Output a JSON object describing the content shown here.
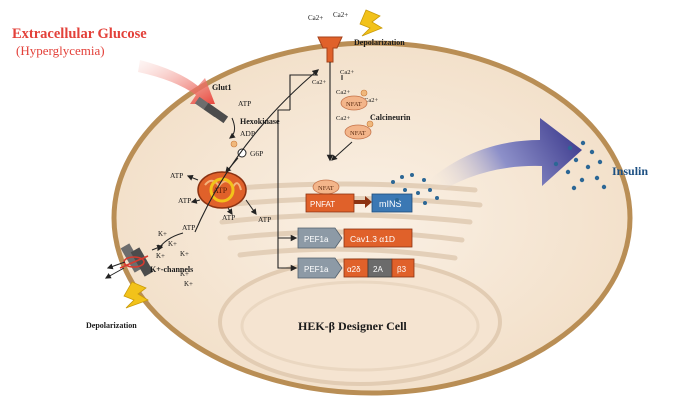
{
  "title": {
    "line1": "Extracellular Glucose",
    "line2": "(Hyperglycemia)"
  },
  "labels": {
    "ca_top_1": "Ca2+",
    "ca_top_2": "Ca2+",
    "depolarization_top": "Depolarization",
    "glut1": "Glut1",
    "atp_glut": "ATP",
    "hexokinase": "Hexokinase",
    "adp": "ADP",
    "g6p": "G6P",
    "atp_mito_left_1": "ATP",
    "atp_mito_left_2": "ATP",
    "atp_mito_bottom_1": "ATP",
    "atp_mito_bottom_2": "ATP",
    "atp_mito_center": "ATP",
    "atp_kchannel": "ATP",
    "k_plus": [
      "K+",
      "K+",
      "K+",
      "K+",
      "K+",
      "K+"
    ],
    "k_channels": "K+-channels",
    "depolarization_bottom": "Depolarization",
    "ca_in_1": "Ca2+",
    "ca_in_2": "Ca2+",
    "ca_in_3": "Ca2+",
    "ca_in_4": "Ca2+",
    "ca_in_5": "Ca2+",
    "nfat_1": "NFAT",
    "nfat_2": "NFAT",
    "nfat_3": "NFAT",
    "calcineurin": "Calcineurin",
    "p_nfat": "PNFAT",
    "mins": "mINS",
    "p_ef1a_1": "PEF1a",
    "cav13": "Cav1.3 α1D",
    "p_ef1a_2": "PEF1a",
    "alpha_delta": "α2δ",
    "box_2a": "2A",
    "beta3": "β3",
    "cell_name": "HEK-β Designer Cell",
    "insulin": "Insulin"
  },
  "colors": {
    "cell_fill": "#f7eadb",
    "cell_stroke": "#b98e55",
    "orange": "#e0612a",
    "blue_box": "#3b78b4",
    "grey_box": "#8d9aa6",
    "title_red": "#e3413a",
    "insulin_blue": "#1b4f82",
    "dot_blue": "#2c6795"
  }
}
